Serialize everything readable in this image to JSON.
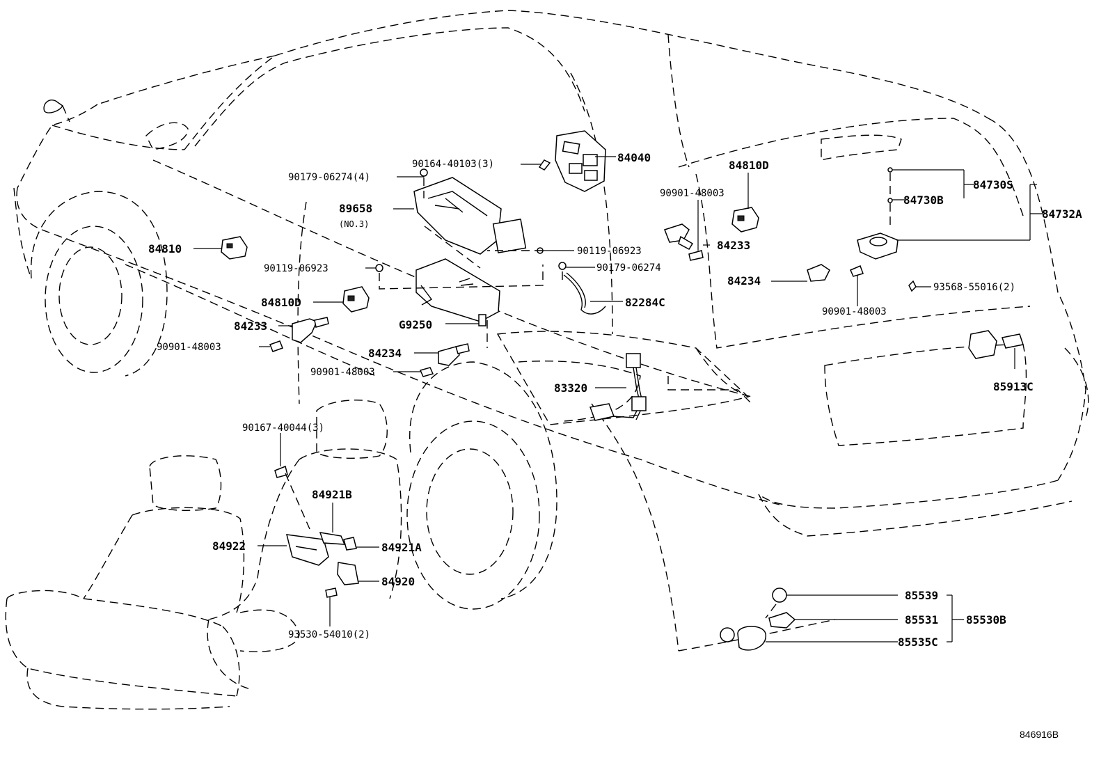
{
  "diagram": {
    "labels": {
      "p84040": "84040",
      "p90164": "90164-40103(3)",
      "p90179a": "90179-06274(4)",
      "p89658": "89658",
      "p89658note": "(NO.3)",
      "p84810": "84810",
      "p90119a": "90119-06923",
      "p90119b": "90119-06923",
      "p90179b": "90179-06274",
      "p84810D_left": "84810D",
      "p82284C": "82284C",
      "p84233_left": "84233",
      "pG9250": "G9250",
      "p90901_left1": "90901-48003",
      "p84234_mid": "84234",
      "p90901_left2": "90901-48003",
      "p83320": "83320",
      "p90167": "90167-40044(3)",
      "p84921B": "84921B",
      "p84922": "84922",
      "p84921A": "84921A",
      "p84920": "84920",
      "p93530": "93530-54010(2)",
      "p84810D_right": "84810D",
      "p90901_right1": "90901-48003",
      "p84233_right": "84233",
      "p84234_right": "84234",
      "p90901_right2": "90901-48003",
      "p84730S": "84730S",
      "p84730B": "84730B",
      "p84732A": "84732A",
      "p93568": "93568-55016(2)",
      "p85913C": "85913C",
      "p85539": "85539",
      "p85531": "85531",
      "p85530B": "85530B",
      "p85535C": "85535C",
      "figure_code": "846916B"
    }
  }
}
